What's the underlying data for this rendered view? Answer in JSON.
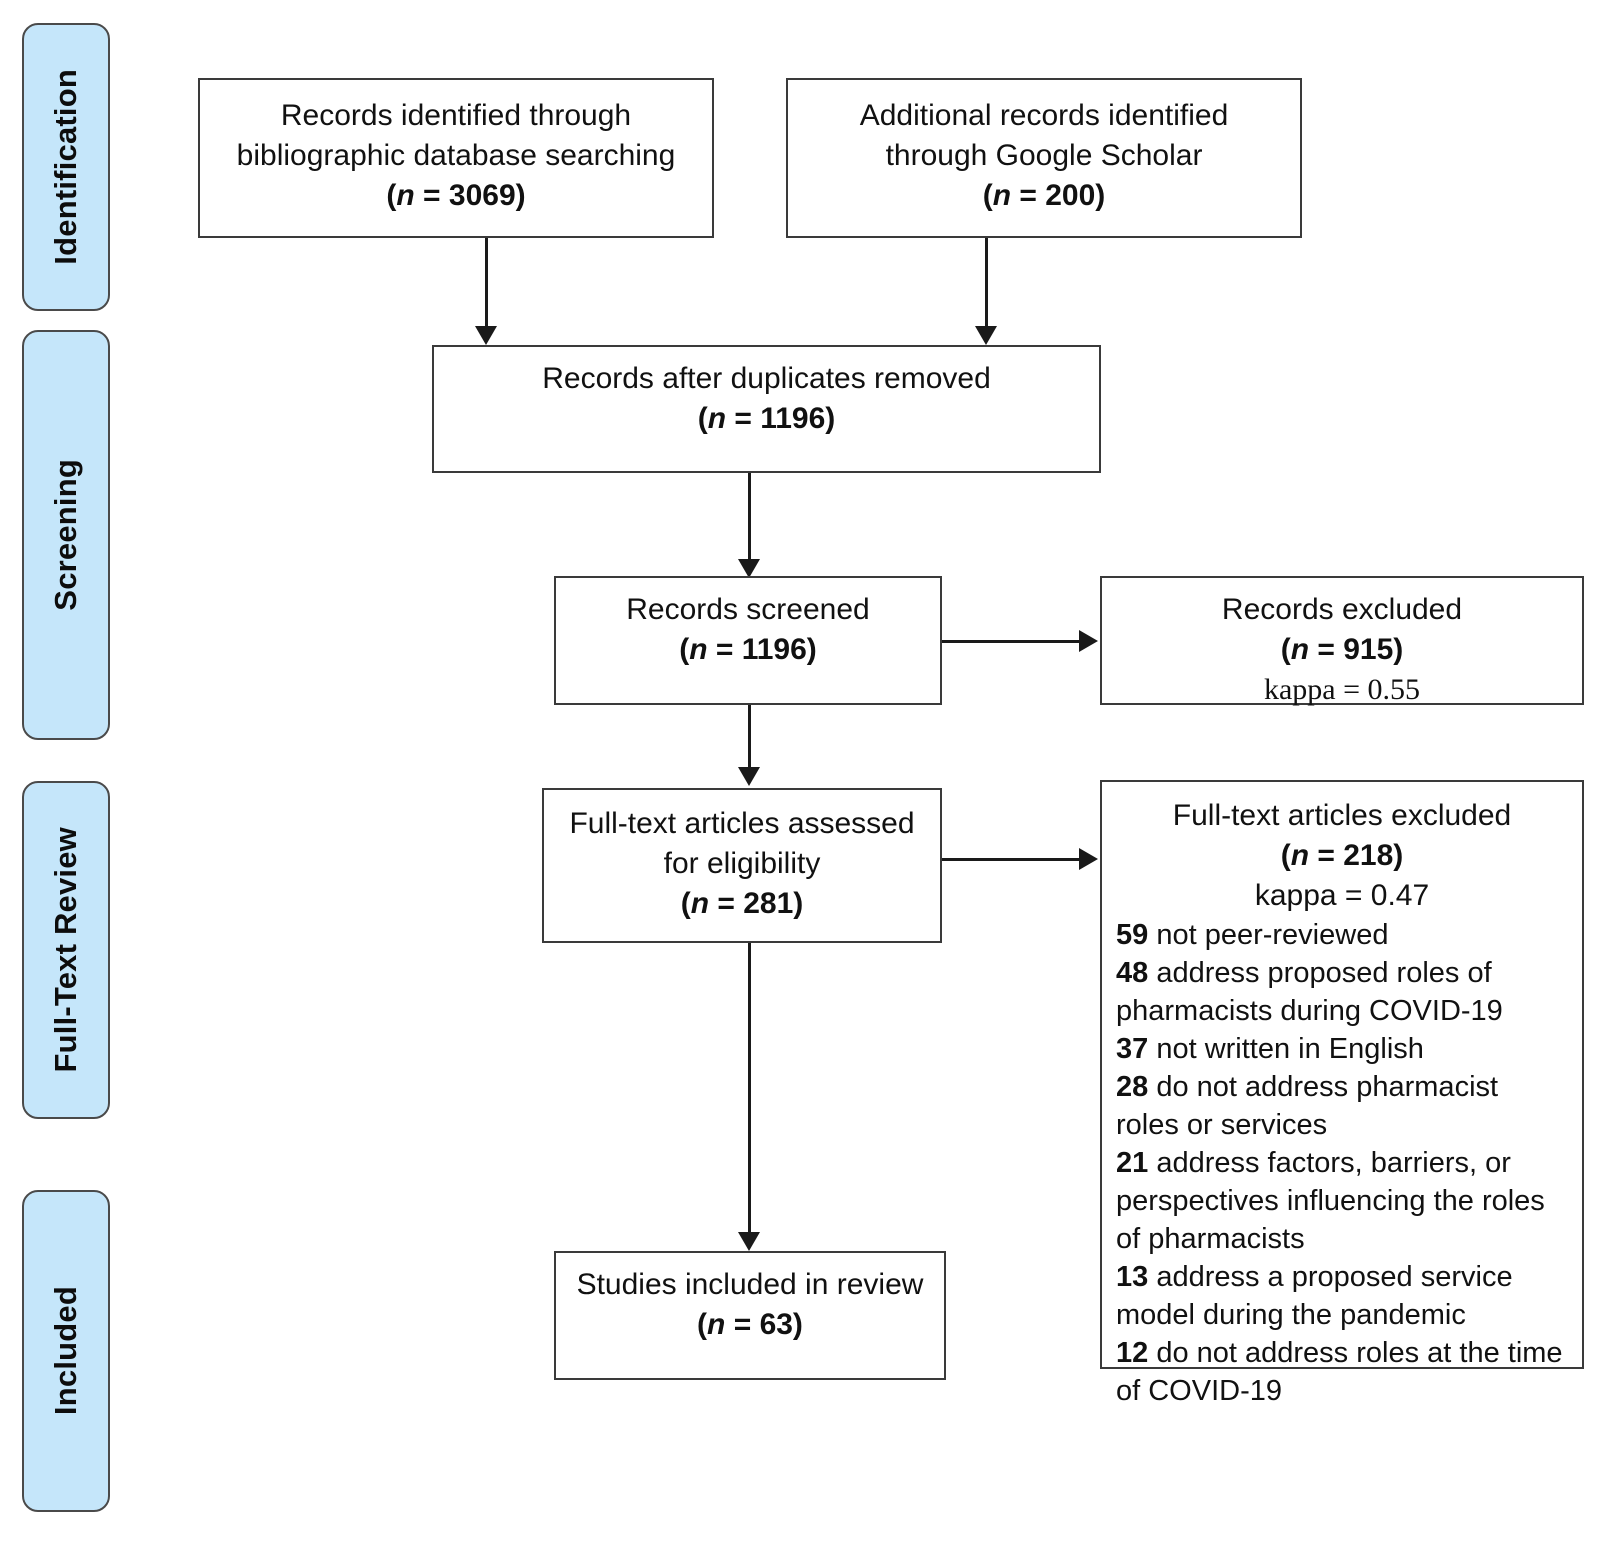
{
  "diagram": {
    "type": "prisma-flow-diagram",
    "title": "PRISMA flow diagram",
    "accent_color": "#c5e6fa",
    "border_color": "#3a3a3a",
    "stages": [
      {
        "id": "identification",
        "label": "Identification"
      },
      {
        "id": "screening",
        "label": "Screening"
      },
      {
        "id": "fulltext",
        "label": "Full-Text Review"
      },
      {
        "id": "included",
        "label": "Included"
      }
    ],
    "boxes": {
      "db_search": {
        "line1": "Records identified through",
        "line2": "bibliographic database searching",
        "n_prefix": "(",
        "n_label": "n",
        "n_value": " = 3069)"
      },
      "google_scholar": {
        "line1": "Additional records identified",
        "line2": "through Google Scholar",
        "n_prefix": "(",
        "n_label": "n",
        "n_value": " = 200)"
      },
      "duplicates_removed": {
        "line1": "Records after duplicates removed",
        "n_prefix": "(",
        "n_label": "n",
        "n_value": " = 1196)"
      },
      "records_screened": {
        "line1": "Records screened",
        "n_prefix": "(",
        "n_label": "n",
        "n_value": " = 1196)"
      },
      "records_excluded": {
        "line1": "Records excluded",
        "n_prefix": "(",
        "n_label": "n",
        "n_value": " = 915)",
        "kappa": "kappa = 0.55"
      },
      "fulltext_assessed": {
        "line1": "Full-text articles assessed",
        "line2": "for eligibility",
        "n_prefix": "(",
        "n_label": "n",
        "n_value": " = 281)"
      },
      "fulltext_excluded": {
        "line1": "Full-text articles excluded",
        "n_prefix": "(",
        "n_label": "n",
        "n_value": " = 218)",
        "kappa": "kappa = 0.47",
        "reasons": [
          {
            "count": "59",
            "text": " not peer-reviewed"
          },
          {
            "count": "48",
            "text": " address proposed roles of pharmacists during COVID-19"
          },
          {
            "count": "37",
            "text": " not written in English"
          },
          {
            "count": "28",
            "text": " do not address pharmacist roles or services"
          },
          {
            "count": "21",
            "text": " address factors, barriers, or perspectives influencing the roles of pharmacists"
          },
          {
            "count": "13",
            "text": " address a proposed service model during the pandemic"
          },
          {
            "count": "12",
            "text": " do not address roles at the time of COVID-19"
          }
        ]
      },
      "studies_included": {
        "line1": "Studies included in review",
        "n_prefix": "(",
        "n_label": "n",
        "n_value": " = 63)"
      }
    }
  }
}
